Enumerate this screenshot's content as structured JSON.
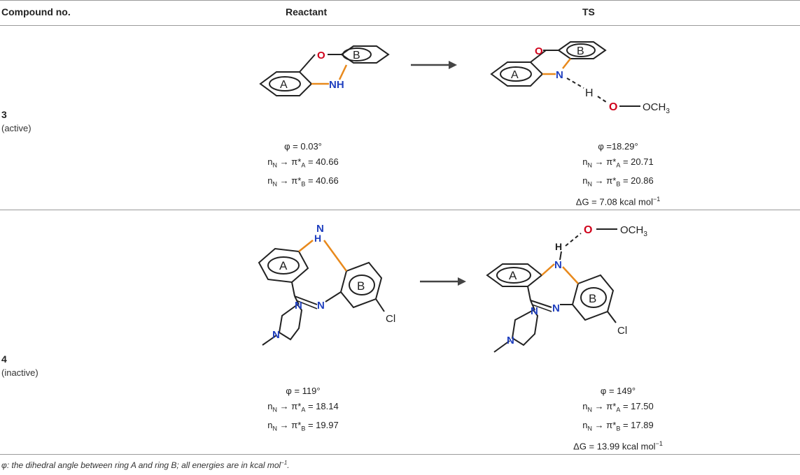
{
  "table": {
    "headers": {
      "compound": "Compound no.",
      "reactant": "Reactant",
      "ts": "TS"
    },
    "rows": [
      {
        "id": "3",
        "state": "(active)",
        "reactant": {
          "phi": "φ = 0.03°",
          "nA_label": "nN → π*A",
          "nA": "= 40.66",
          "nB_label": "nN → π*B",
          "nB": "= 40.66"
        },
        "ts": {
          "phi": "φ =18.29°",
          "nA": "= 20.71",
          "nB": "= 20.86",
          "dG": "ΔG = 7.08 kcal mol",
          "dG_exp": "−1"
        }
      },
      {
        "id": "4",
        "state": "(inactive)",
        "reactant": {
          "phi": "φ = 119°",
          "nA": "= 18.14",
          "nB": "= 19.97"
        },
        "ts": {
          "phi": "φ = 149°",
          "nA": "= 17.50",
          "nB": "= 17.89",
          "dG": "ΔG = 13.99 kcal mol",
          "dG_exp": "−1"
        }
      }
    ]
  },
  "labels": {
    "n": "n",
    "N": "N",
    "arrow": "→",
    "pi": "π*",
    "A": "A",
    "B": "B",
    "O": "O",
    "NH": "NH",
    "H": "H",
    "OCH": "OCH",
    "sub3": "3",
    "Cl": "Cl"
  },
  "footnote": {
    "text": "φ: the dihedral angle between ring A and ring B; all energies are in kcal mol",
    "exp": "−1",
    "end": "."
  },
  "colors": {
    "oxygen": "#d0021b",
    "nitrogen": "#1f3fbf",
    "bond_highlight": "#e8891c",
    "line": "#222222"
  }
}
